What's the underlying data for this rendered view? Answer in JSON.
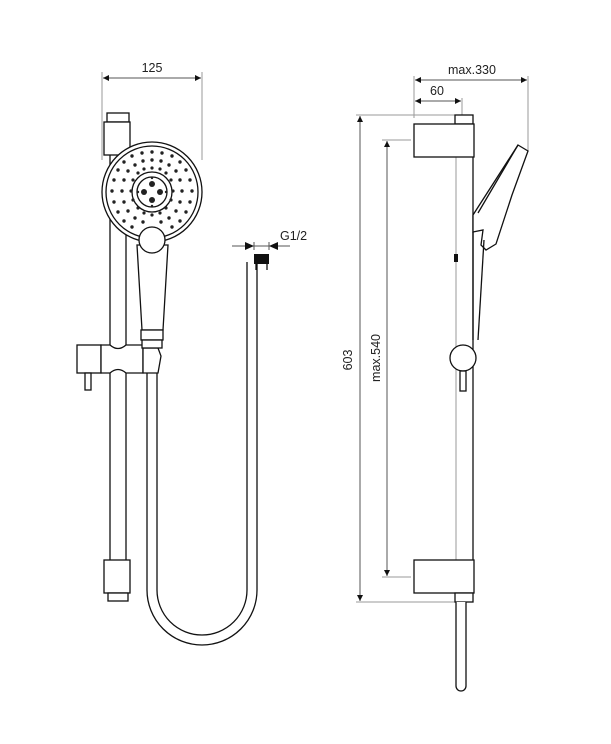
{
  "drawing": {
    "title": "Shower rail kit technical drawing",
    "views": [
      "front-view",
      "side-view"
    ],
    "colors": {
      "line": "#111111",
      "dimension": "#555555",
      "extension": "#9a9a9a",
      "background": "#ffffff"
    }
  },
  "dimensions": {
    "head_width": "125",
    "hose_connector": "G1/2",
    "max_projection": "max.330",
    "wall_offset": "60",
    "rail_height": "603",
    "max_height": "max.540"
  },
  "components": {
    "front": [
      "slide-rail",
      "top-rail-bracket",
      "bottom-rail-bracket",
      "hand-shower-head",
      "hand-shower-handle",
      "slider-holder",
      "shower-hose",
      "hose-nut"
    ],
    "side": [
      "slide-rail",
      "top-wall-bracket",
      "bottom-wall-bracket",
      "hand-shower-side",
      "slider-knob",
      "hose-outlet"
    ]
  }
}
